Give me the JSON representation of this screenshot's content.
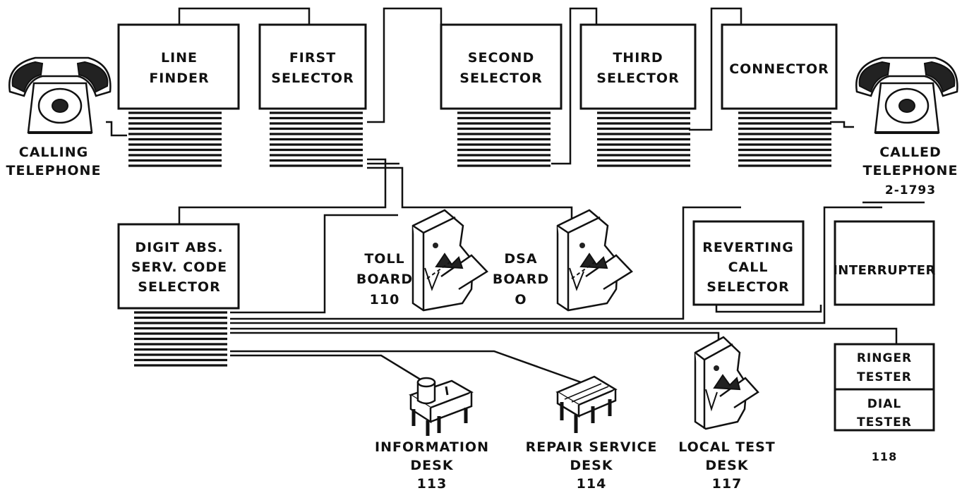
{
  "equipment": {
    "line_finder": [
      "LINE",
      "FINDER"
    ],
    "first_selector": [
      "FIRST",
      "SELECTOR"
    ],
    "second_selector": [
      "SECOND",
      "SELECTOR"
    ],
    "third_selector": [
      "THIRD",
      "SELECTOR"
    ],
    "connector": [
      "CONNECTOR"
    ],
    "digit_abs_selector": [
      "DIGIT ABS.",
      "SERV. CODE",
      "SELECTOR"
    ],
    "reverting_call_selector": [
      "REVERTING",
      "CALL",
      "SELECTOR"
    ],
    "interrupter": [
      "INTERRUPTER"
    ],
    "ringer_tester": [
      "RINGER",
      "TESTER"
    ],
    "dial_tester": [
      "DIAL",
      "TESTER"
    ],
    "tester_number": "118"
  },
  "telephones": {
    "calling": [
      "CALLING",
      "TELEPHONE"
    ],
    "called": [
      "CALLED",
      "TELEPHONE",
      "2-1793"
    ]
  },
  "boards": {
    "toll": [
      "TOLL",
      "BOARD",
      "110"
    ],
    "dsa": [
      "DSA",
      "BOARD",
      "O"
    ]
  },
  "desks": {
    "information": [
      "INFORMATION",
      "DESK",
      "113"
    ],
    "repair_service": [
      "REPAIR SERVICE",
      "DESK",
      "114"
    ],
    "local_test": [
      "LOCAL TEST",
      "DESK",
      "117"
    ]
  }
}
